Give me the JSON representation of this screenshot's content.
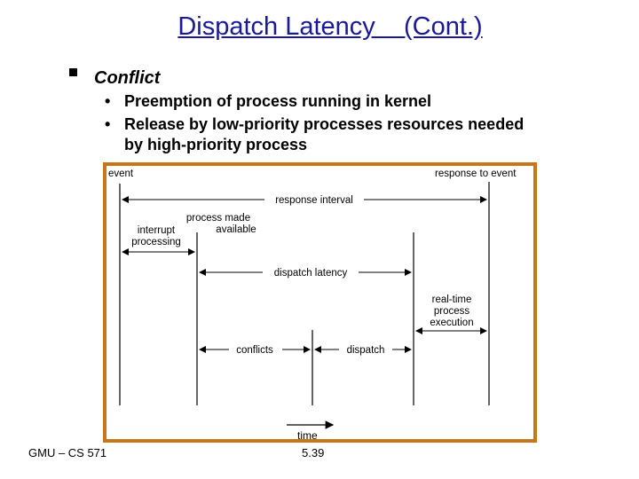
{
  "slide": {
    "title": "Dispatch Latency    (Cont.)",
    "bullet": "Conflict",
    "subbullets": [
      "Preemption of process running in kernel",
      "Release by low-priority processes resources needed",
      "by high-priority process"
    ],
    "footer_left": "GMU – CS 571",
    "footer_right": "5.39"
  },
  "diagram": {
    "event": "event",
    "response_to_event": "response to event",
    "response_interval": "response interval",
    "interrupt_processing_1": "interrupt",
    "interrupt_processing_2": "processing",
    "process_made_available_1": "process made",
    "process_made_available_2": "available",
    "dispatch_latency": "dispatch latency",
    "realtime_1": "real-time",
    "realtime_2": "process",
    "realtime_3": "execution",
    "conflicts": "conflicts",
    "dispatch": "dispatch",
    "time": "time"
  },
  "colors": {
    "title": "#1a1a99",
    "frame": "#c8761a"
  }
}
